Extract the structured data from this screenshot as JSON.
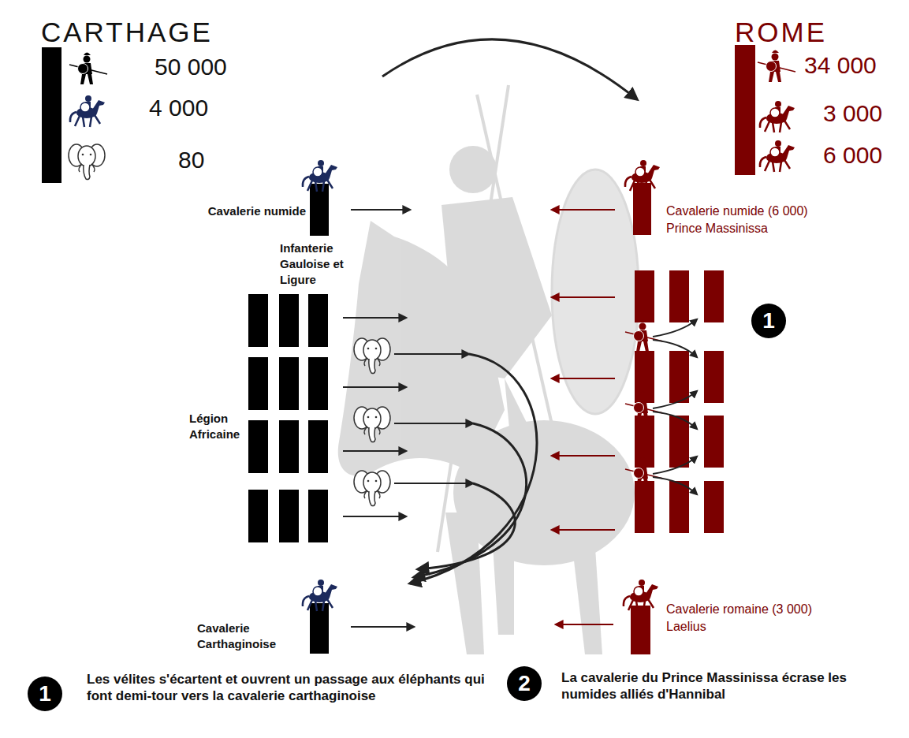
{
  "diagram": {
    "nodes": [
      {
        "text": [
          "Cavalerie numide"
        ]
      },
      {
        "text": [
          "Cavalerie numide (6 000) Prince Massinissa"
        ]
      },
      {
        "text": [
          "Infanterie Gauloise et Ligure"
        ]
      },
      {
        "text": [
          "Légion Africaine"
        ]
      },
      {
        "text": [
          "Cavalerie Carthaginoise"
        ]
      },
      {
        "text": [
          "Cavalerie romaine (3 000) Laelius"
        ]
      }
    ],
    "labels": [
      "CARTHAGE",
      "50 000",
      "4 000",
      "80",
      "ROME",
      "34 000",
      "3 000",
      "6 000",
      "1",
      "1",
      "Les vélites s'écartent et ouvrent un passage aux éléphants qui font demi-tour vers la cavalerie carthaginoise",
      "2",
      "La cavalerie du Prince Massinissa écrase les numides alliés d'Hannibal"
    ]
  }
}
